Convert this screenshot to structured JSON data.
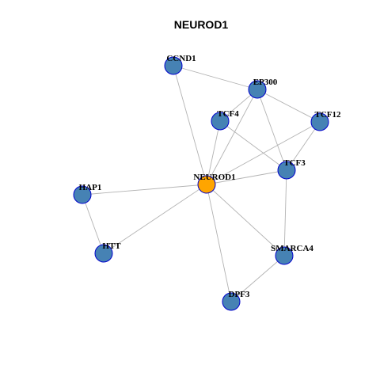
{
  "title": "NEUROD1",
  "colors": {
    "center_node": "#FFA500",
    "node": "#4682B4",
    "node_border": "#0000CD",
    "edge": "#B3B3B3"
  },
  "nodes": [
    {
      "id": "NEUROD1",
      "label": "NEUROD1",
      "center": true
    },
    {
      "id": "CCND1",
      "label": "CCND1"
    },
    {
      "id": "EP300",
      "label": "EP300"
    },
    {
      "id": "TCF4",
      "label": "TCF4"
    },
    {
      "id": "TCF12",
      "label": "TCF12"
    },
    {
      "id": "TCF3",
      "label": "TCF3"
    },
    {
      "id": "HAP1",
      "label": "HAP1"
    },
    {
      "id": "HTT",
      "label": "HTT"
    },
    {
      "id": "SMARCA4",
      "label": "SMARCA4"
    },
    {
      "id": "DPF3",
      "label": "DPF3"
    }
  ],
  "edges": [
    [
      "CCND1",
      "EP300"
    ],
    [
      "CCND1",
      "NEUROD1"
    ],
    [
      "EP300",
      "TCF4"
    ],
    [
      "EP300",
      "TCF12"
    ],
    [
      "EP300",
      "TCF3"
    ],
    [
      "EP300",
      "NEUROD1"
    ],
    [
      "TCF4",
      "NEUROD1"
    ],
    [
      "TCF4",
      "TCF3"
    ],
    [
      "TCF12",
      "TCF3"
    ],
    [
      "TCF12",
      "NEUROD1"
    ],
    [
      "TCF3",
      "NEUROD1"
    ],
    [
      "TCF3",
      "SMARCA4"
    ],
    [
      "HAP1",
      "NEUROD1"
    ],
    [
      "HAP1",
      "HTT"
    ],
    [
      "HTT",
      "NEUROD1"
    ],
    [
      "NEUROD1",
      "SMARCA4"
    ],
    [
      "NEUROD1",
      "DPF3"
    ],
    [
      "SMARCA4",
      "DPF3"
    ]
  ]
}
